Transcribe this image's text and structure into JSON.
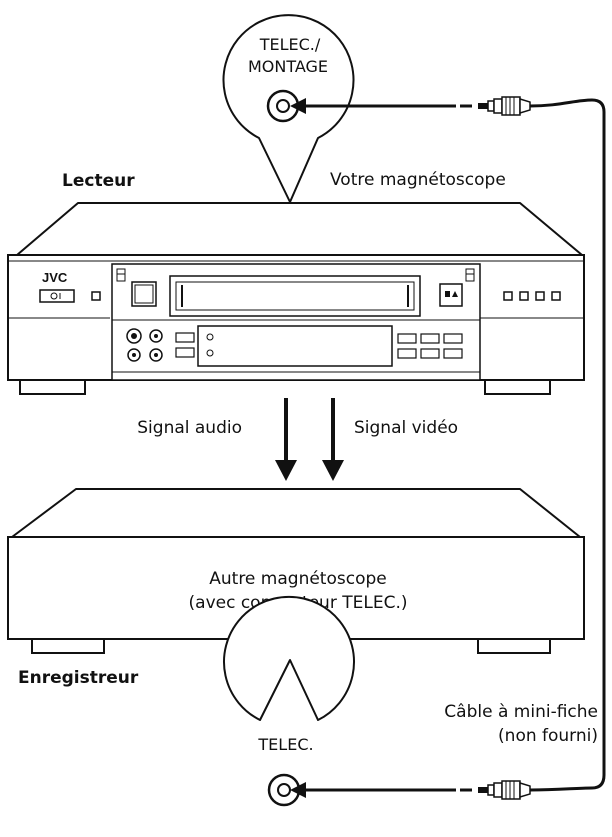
{
  "top_callout": {
    "line1": "TELEC./",
    "line2": "MONTAGE"
  },
  "player": {
    "role": "Lecteur",
    "name": "Votre magnétoscope",
    "brand": "JVC"
  },
  "signals": {
    "audio": "Signal audio",
    "video": "Signal vidéo"
  },
  "recorder": {
    "line1": "Autre magnétoscope",
    "line2": "(avec connecteur TELEC.)",
    "role": "Enregistreur"
  },
  "cable": {
    "line1": "Câble à mini-fiche",
    "line2": "(non fourni)"
  },
  "bottom_callout": {
    "label": "TELEC."
  },
  "colors": {
    "line": "#111111",
    "background": "#ffffff"
  }
}
